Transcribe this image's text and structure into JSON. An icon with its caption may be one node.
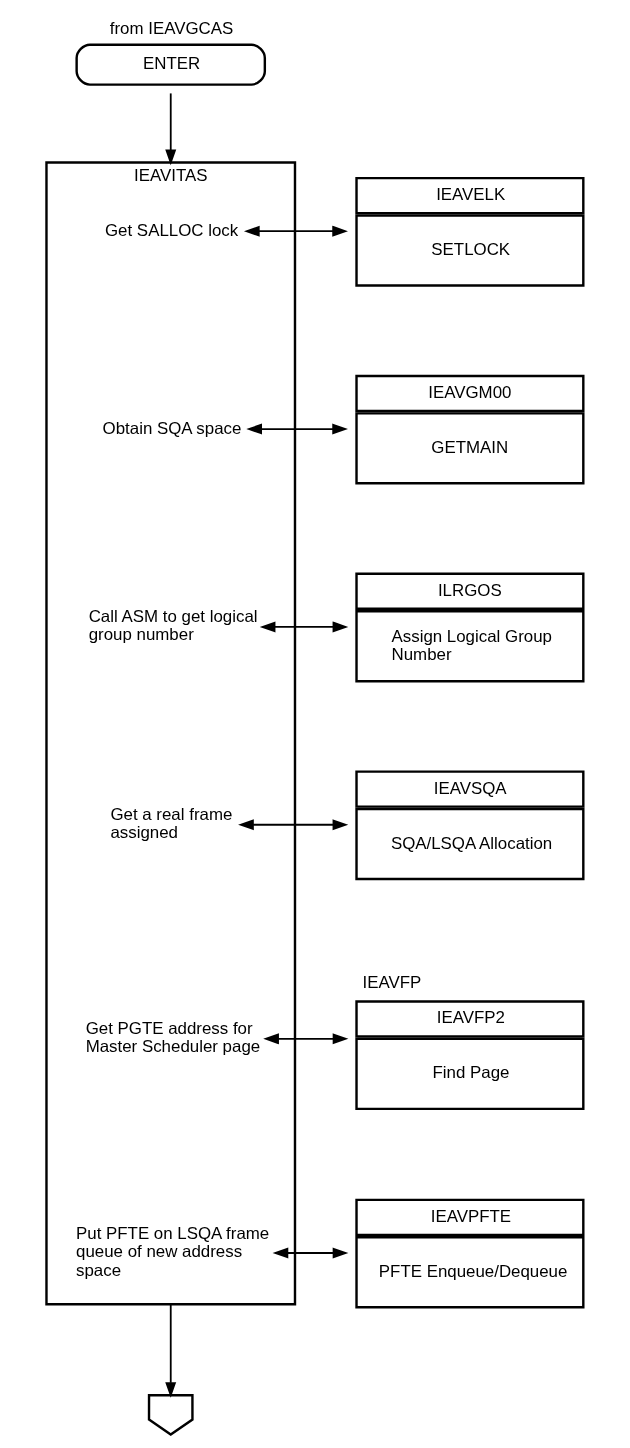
{
  "diagram": {
    "nodes": [
      {
        "text": [
          "ENTER"
        ],
        "beside": [
          "from IEAVGCAS"
        ]
      },
      {
        "text": [
          "IEAVITAS"
        ]
      },
      {
        "text": [
          "Get SALLOC lock"
        ],
        "in": 1
      },
      {
        "text": [
          "Obtain SQA space"
        ],
        "in": 1
      },
      {
        "text": [
          "Call ASM to get logical group number"
        ],
        "in": 1
      },
      {
        "text": [
          "Get a real frame assigned"
        ],
        "in": 1
      },
      {
        "text": [
          "Get PGTE address for Master Scheduler page"
        ],
        "in": 1
      },
      {
        "text": [
          "Put PFTE on LSQA frame queue of new address space"
        ],
        "in": 1
      },
      {
        "text": [
          "IEAVELK",
          "SETLOCK"
        ]
      },
      {
        "text": [
          "IEAVGM00",
          "GETMAIN"
        ]
      },
      {
        "text": [
          "ILRGOS",
          "Assign Logical Group Number"
        ]
      },
      {
        "text": [
          "IEAVSQA",
          "SQA/LSQA Allocation"
        ]
      },
      {
        "text": [
          "IEAVFP",
          "IEAVFP2",
          "Find Page"
        ]
      },
      {
        "text": [
          "IEAVPFTE",
          "PFTE Enqueue/Dequeue"
        ]
      },
      {
        "text": [],
        "shape": "pentagon"
      }
    ],
    "edges": [
      {
        "from": 0,
        "to": 1,
        "arrow": "to"
      },
      {
        "from": 2,
        "to": 8,
        "arrow": "both"
      },
      {
        "from": 3,
        "to": 9,
        "arrow": "both"
      },
      {
        "from": 4,
        "to": 10,
        "arrow": "both"
      },
      {
        "from": 5,
        "to": 11,
        "arrow": "both"
      },
      {
        "from": 6,
        "to": 12,
        "arrow": "both"
      },
      {
        "from": 7,
        "to": 13,
        "arrow": "both"
      },
      {
        "from": 1,
        "to": 14,
        "arrow": "to"
      }
    ]
  }
}
